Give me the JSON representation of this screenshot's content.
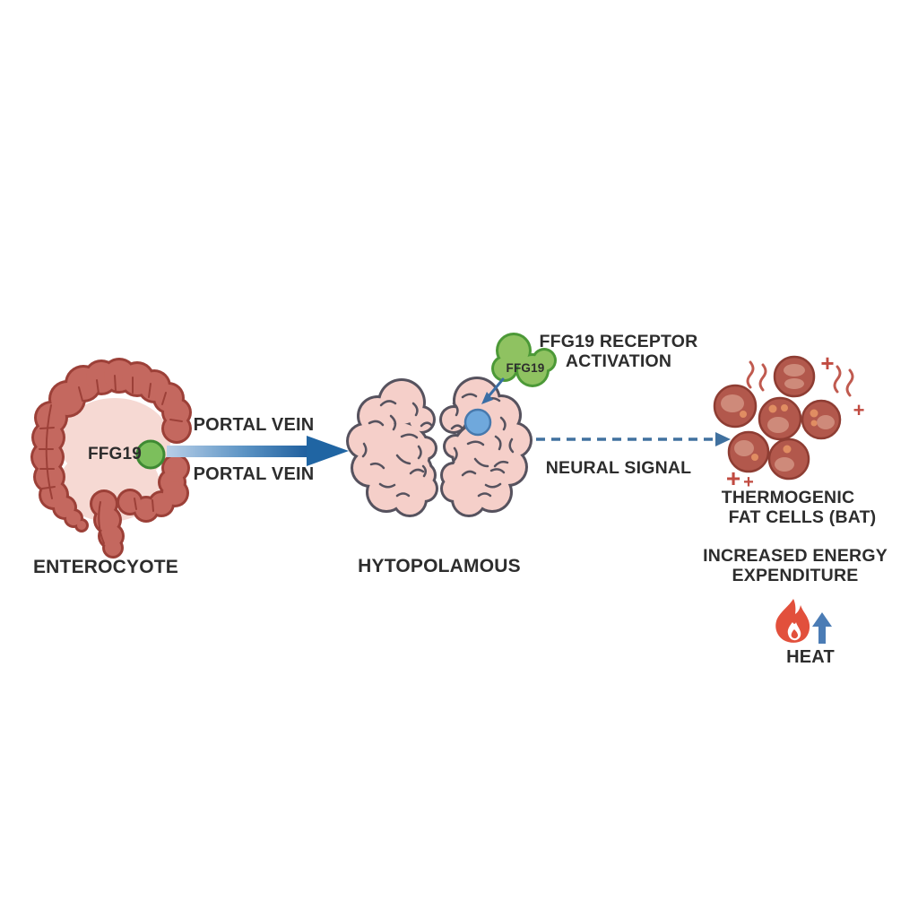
{
  "diagram": {
    "title_implicit": "FFG19 gut-brain thermogenesis pathway",
    "enterocyte": {
      "ffg19_dot_label": "FFG19",
      "caption": "ENTEROCYOTE"
    },
    "portal_vein": {
      "label_above": "PORTAL VEIN",
      "label_below": "PORTAL VEIN"
    },
    "hypothalamus": {
      "caption": "HYTOPOLAMOUS"
    },
    "receptor": {
      "blob_label": "FFG19",
      "caption_line1": "FFG19 RECEPTOR",
      "caption_line2": "ACTIVATION"
    },
    "neural_signal": {
      "caption": "NEURAL SIGNAL"
    },
    "bat": {
      "caption_line1": "THERMOGENIC",
      "caption_line2": "FAT CELLS (BAT)",
      "plus_top": "+",
      "plus_right": "+",
      "plus_bottom_1": "+",
      "plus_bottom_2": "+"
    },
    "energy": {
      "caption_line1": "INCREASED ENERGY",
      "caption_line2": "EXPENDITURE"
    },
    "heat": {
      "caption": "HEAT"
    },
    "colors": {
      "background": "#ffffff",
      "text": "#2d2d2d",
      "colon_fill": "#c4685f",
      "colon_outline": "#9c4038",
      "colon_interior": "#f6d9d3",
      "ffg19_green_fill": "#7cbf5c",
      "ffg19_green_outline": "#3e8a33",
      "blob_green_fill": "#8fc261",
      "blob_green_outline": "#4c9937",
      "portal_arrow_light": "#b8cfe8",
      "portal_arrow_dark": "#1f5f9e",
      "brain_fill": "#f5cfc9",
      "brain_outline": "#56525e",
      "receptor_dot_fill": "#6fa8dc",
      "receptor_dot_outline": "#4779ad",
      "dashed_arrow": "#40719f",
      "fat_cell_fill": "#b2584c",
      "fat_cell_outline": "#8e3d33",
      "fat_cell_droplet": "#ce8a7a",
      "fat_cell_dot": "#e08d62",
      "heat_red": "#c05a4f",
      "plus_red": "#c14b41",
      "flame_red": "#e2503c",
      "up_arrow_blue": "#4b7cb5"
    }
  }
}
